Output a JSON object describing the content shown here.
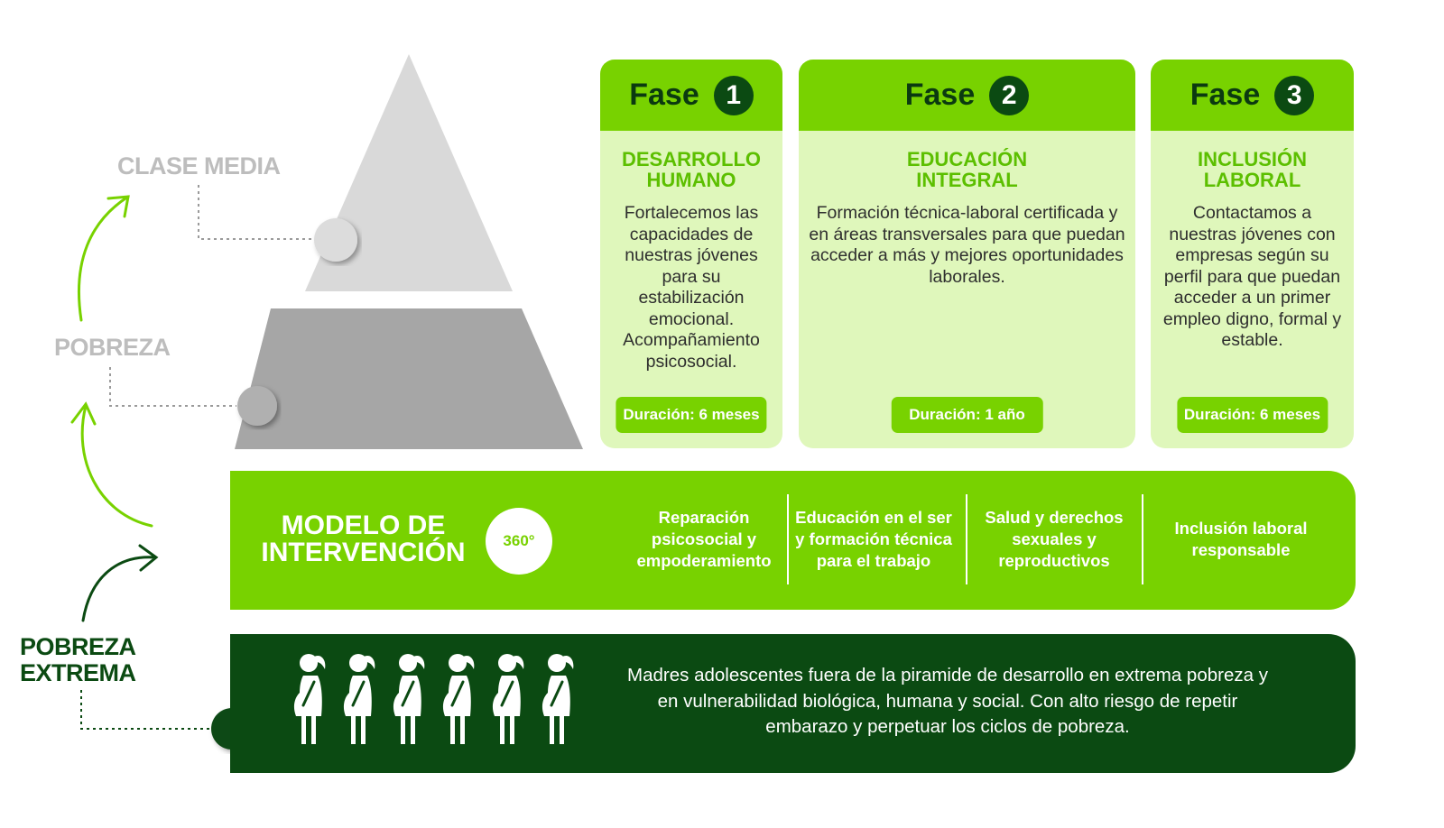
{
  "levels": {
    "clase_media": "CLASE MEDIA",
    "pobreza": "POBREZA",
    "pobreza_extrema": "POBREZA EXTREMA"
  },
  "phases": [
    {
      "label": "Fase",
      "number": "1",
      "title": "DESARROLLO HUMANO",
      "description": "Fortalecemos las capacidades de nuestras jóvenes para su estabilización emocional. Acompañamiento psicosocial.",
      "duration": "Duración: 6 meses"
    },
    {
      "label": "Fase",
      "number": "2",
      "title": "EDUCACIÓN INTEGRAL",
      "description": "Formación técnica-laboral certificada y en áreas transversales para que puedan acceder a más y mejores oportunidades laborales.",
      "duration": "Duración: 1 año"
    },
    {
      "label": "Fase",
      "number": "3",
      "title": "INCLUSIÓN LABORAL",
      "description": "Contactamos a nuestras jóvenes con empresas según su perfil para que puedan acceder a un primer empleo digno, formal y estable.",
      "duration": "Duración: 6 meses"
    }
  ],
  "model": {
    "title": "MODELO DE INTERVENCIÓN",
    "icon_text": "360°",
    "items": [
      "Reparación psicosocial y empoderamiento",
      "Educación en el ser y formación técnica para el trabajo",
      "Salud y derechos sexuales y reproductivos",
      "Inclusión laboral responsable"
    ]
  },
  "base": {
    "description": "Madres adolescentes fuera de la piramide de desarrollo en extrema pobreza y en vulnerabilidad biológica, humana y social. Con alto riesgo de repetir embarazo y perpetuar los ciclos de pobreza.",
    "icon_count": 6
  },
  "colors": {
    "bright_green": "#78d200",
    "light_green": "#dff7bb",
    "dark_green": "#0b4a12",
    "gray_light": "#d9d9d9",
    "gray_dark": "#a6a6a6"
  }
}
